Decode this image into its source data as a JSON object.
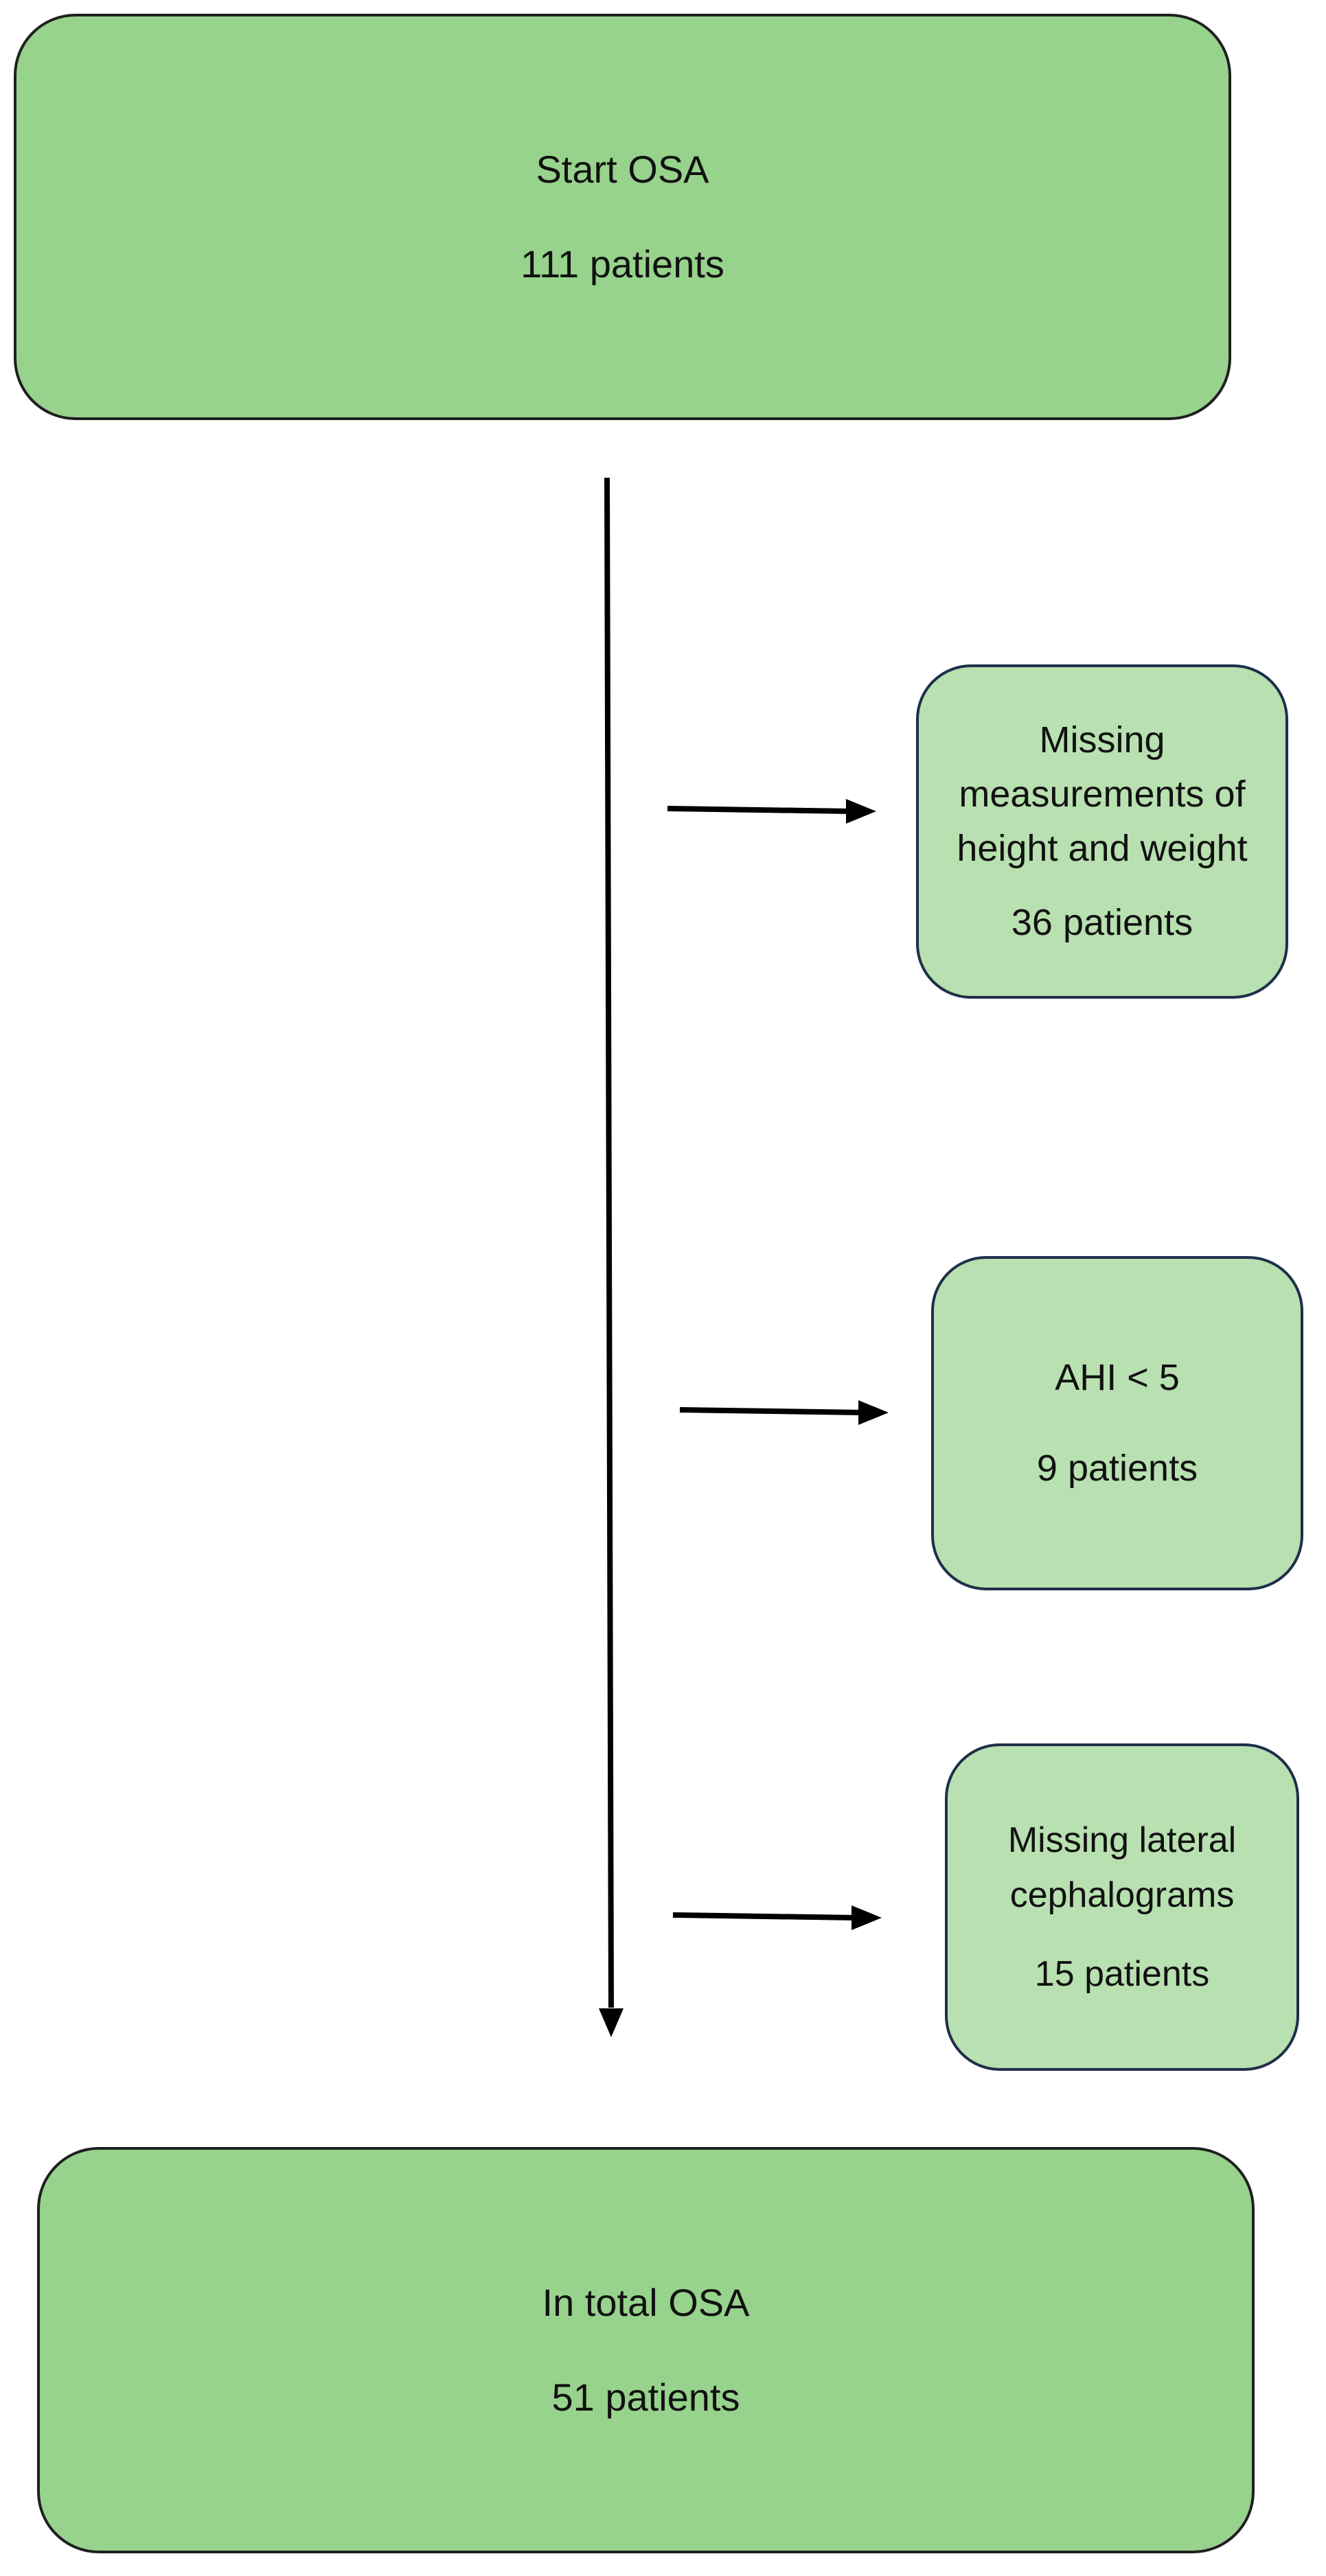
{
  "start": {
    "title": "Start OSA",
    "count": "111 patients"
  },
  "exclusions": [
    {
      "lines": [
        "Missing",
        "measurements of",
        "height and weight"
      ],
      "count": "36 patients"
    },
    {
      "lines": [
        "AHI < 5"
      ],
      "count": "9 patients"
    },
    {
      "lines": [
        "Missing lateral",
        "cephalograms"
      ],
      "count": "15 patients"
    }
  ],
  "total": {
    "title": "In total OSA",
    "count": "51 patients"
  },
  "colors": {
    "main_box_fill": "#97d38c",
    "exclusion_box_fill": "#b8e0b0",
    "arrow": "#000000"
  }
}
